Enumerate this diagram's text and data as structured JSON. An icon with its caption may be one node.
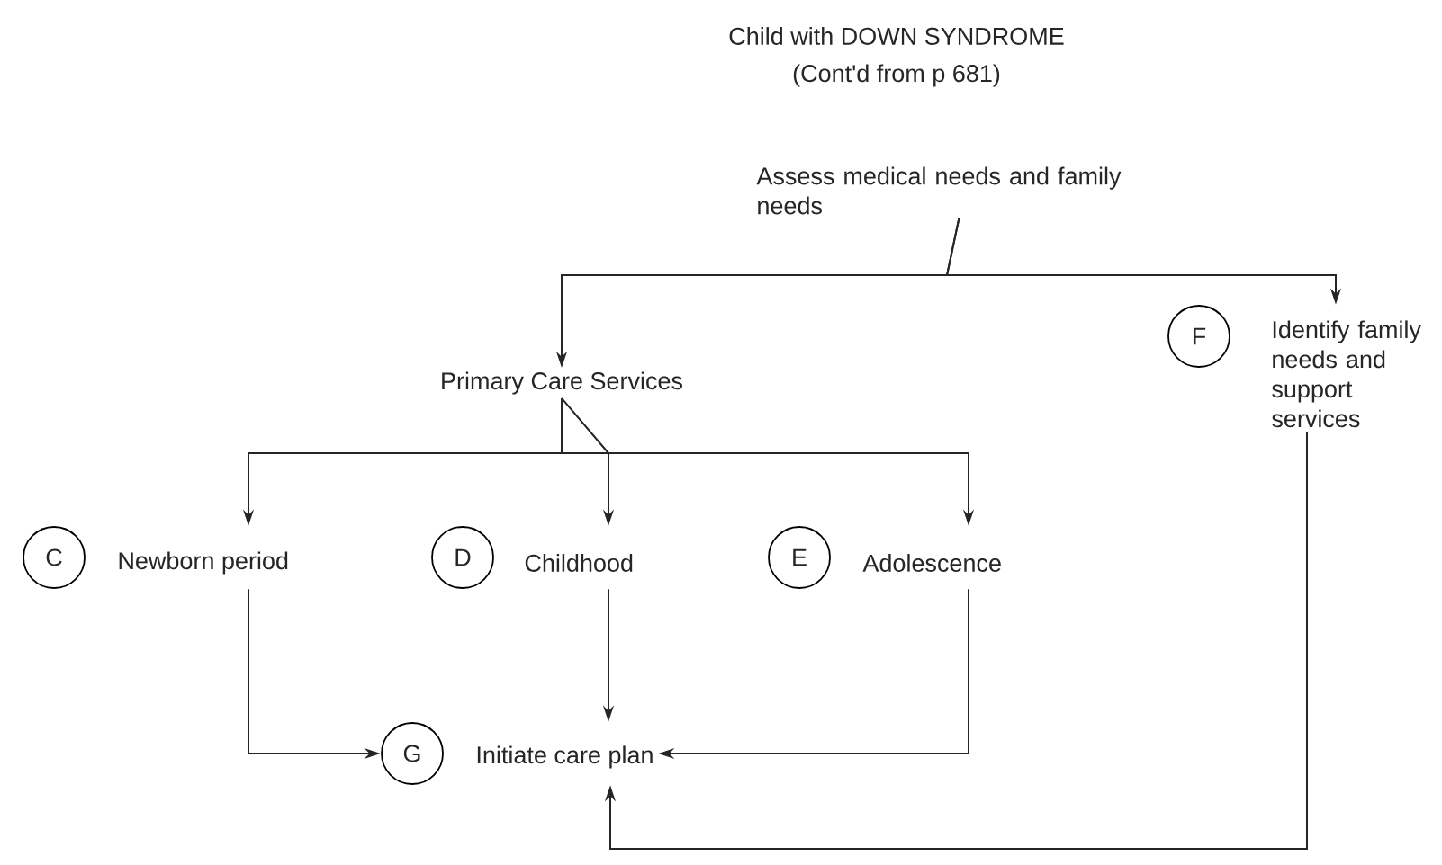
{
  "diagram": {
    "title": "Child with DOWN SYNDROME",
    "nodes": [
      {
        "text": [
          "Assess medical needs and family needs"
        ]
      },
      {
        "text": [
          "Primary Care Services"
        ]
      },
      {
        "text": [
          "F",
          "Identify family needs and support services"
        ]
      },
      {
        "text": [
          "C",
          "Newborn period"
        ]
      },
      {
        "text": [
          "D",
          "Childhood"
        ]
      },
      {
        "text": [
          "E",
          "Adolescence"
        ]
      },
      {
        "text": [
          "G",
          "Initiate care plan"
        ]
      }
    ],
    "edges": [
      {
        "from": 0,
        "to": 1,
        "arrow": "to"
      },
      {
        "from": 0,
        "to": 2,
        "arrow": "to"
      },
      {
        "from": 1,
        "to": 3,
        "arrow": "to"
      },
      {
        "from": 1,
        "to": 4,
        "arrow": "to"
      },
      {
        "from": 1,
        "to": 5,
        "arrow": "to"
      },
      {
        "from": 3,
        "to": 6,
        "arrow": "to"
      },
      {
        "from": 4,
        "to": 6,
        "arrow": "to"
      },
      {
        "from": 5,
        "to": 6,
        "arrow": "to"
      },
      {
        "from": 2,
        "to": 6,
        "arrow": "to"
      }
    ],
    "labels": [
      "(Cont'd from p 681)"
    ]
  }
}
